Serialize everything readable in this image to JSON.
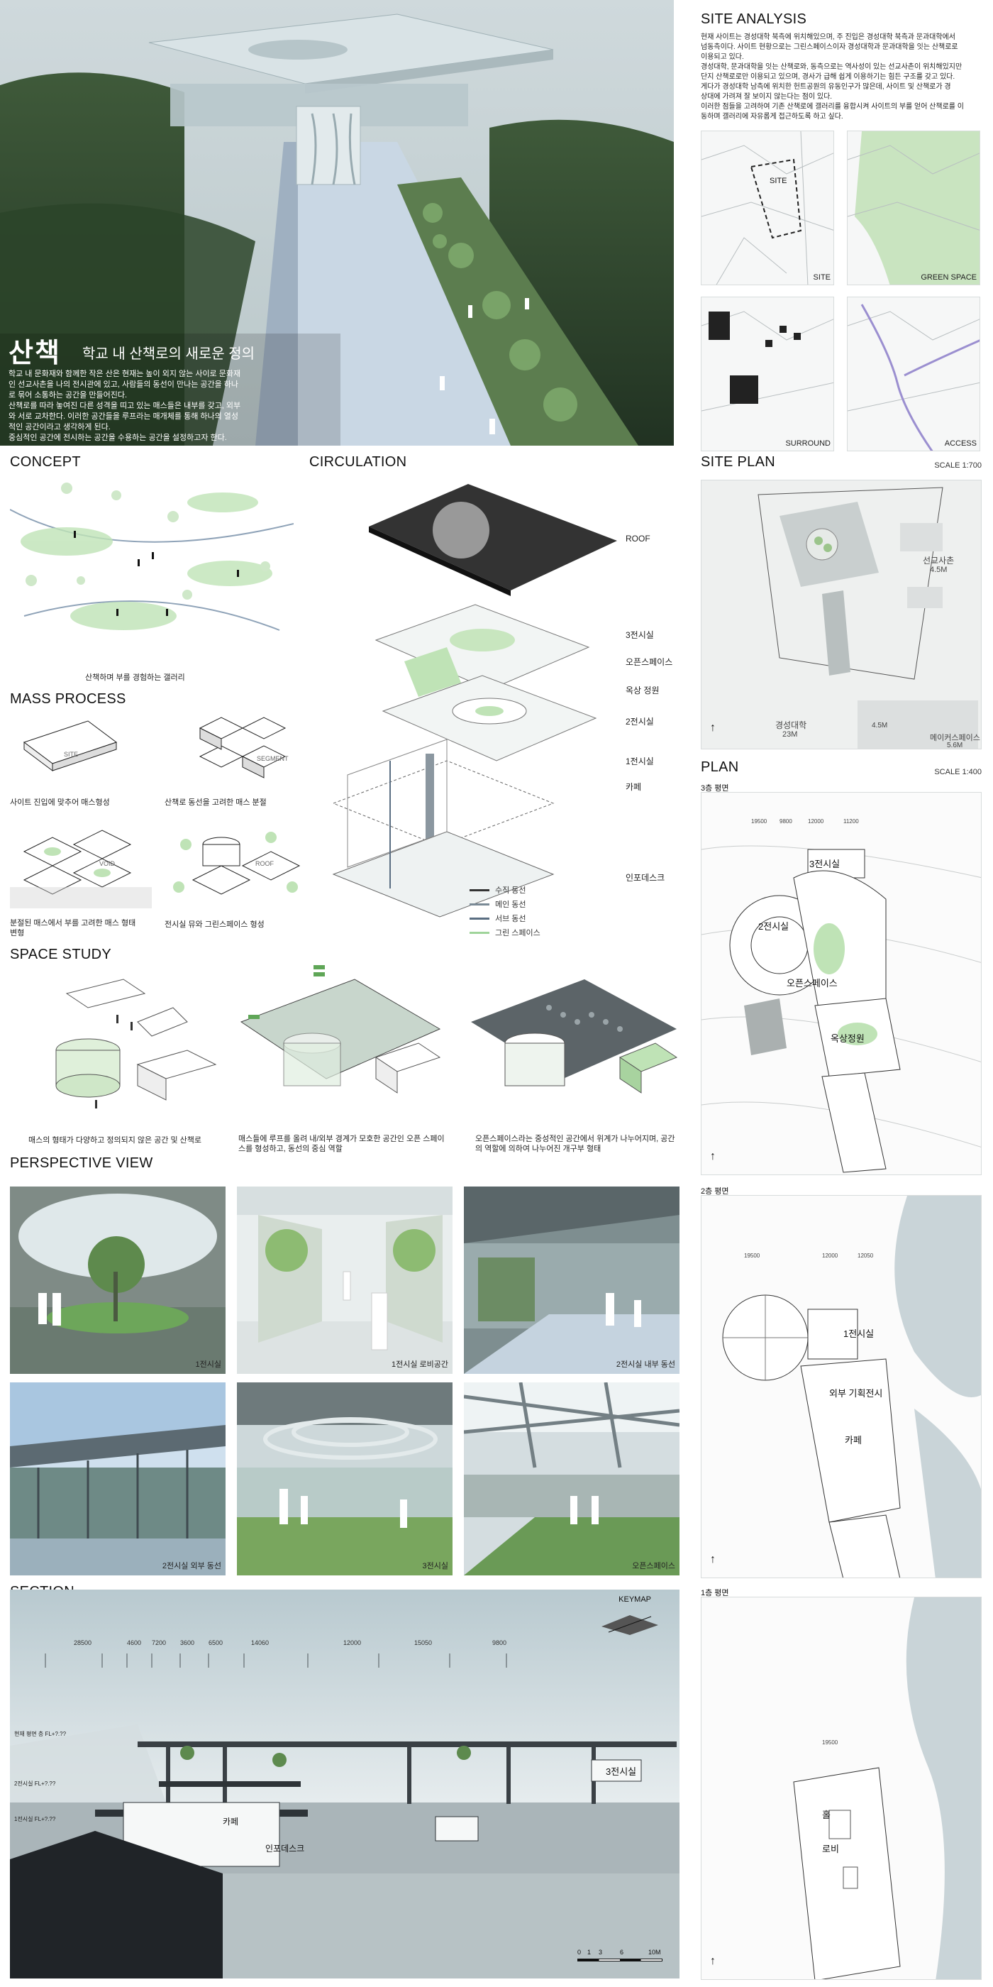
{
  "hero": {
    "title_big": "산책",
    "title_sub": "학교 내 산책로의 새로운 정의",
    "paragraph": [
      "학교 내 문화재와 함께한 작은 산은 현재는 높이 외지 않는 사이로 문화재",
      "인 선교사촌을 나의 전시관에 있고, 사람들의 동선이 만나는 공간을 하나",
      "로 묶어 소통하는 공간을 만들어진다.",
      "산책로를 따라 놓여진 다른 성격을 띠고 있는 매스들은 내부를 갖고, 외부",
      "와 서로 교차한다. 이러한 공간들을 루프라는 매개체를 통해 하나의 열성",
      "적인 공간이라고 생각하게 된다.",
      "중심적인 공간에 전시하는 공간을 수용하는 공간을 설정하고자 한다."
    ]
  },
  "site_analysis": {
    "heading": "SITE ANALYSIS",
    "paragraph": [
      "현재 사이트는 경성대학 북측에 위치해있으며, 주 진입은 경성대학 북측과 문과대학에서",
      "넘동측이다. 사이트 현황으로는 그린스페이스이자 경성대학과 문과대학을 잇는 산책로로",
      "이용되고 있다.",
      "경성대학, 문과대학을 잇는 산책로와, 동측으로는 역사성이 있는 선교사촌이 위치해있지만",
      "단지 산책로로만 이용되고 있으며, 경사가 급해 쉽게 이용하기는 힘든 구조를 갖고 있다.",
      "게다가 경성대학 남측에 위치한 헌트공원의 유동인구가 많은데, 사이트 및 산책로가 경",
      "상대에 가려져 잘 보이지 않는다는 점이 있다.",
      "이러한 점들을 고려하여 기존 산책로에 갤러리를 융합시켜 사이트의 부를 얻어 산책로를 이",
      "동하며 갤러리에 자유롭게 접근하도록 하고 싶다."
    ],
    "maps": [
      "SITE",
      "GREEN SPACE",
      "SURROUND",
      "ACCESS"
    ],
    "site_tag": "SITE"
  },
  "concept": {
    "heading": "CONCEPT",
    "caption": "산책하며 부를 경험하는 갤러리"
  },
  "circulation": {
    "heading": "CIRCULATION",
    "labels": [
      "ROOF",
      "3전시실",
      "오픈스페이스",
      "옥상 정원",
      "2전시실",
      "1전시실",
      "카페",
      "인포데스크"
    ],
    "legend": [
      {
        "name": "수직 동선",
        "color": "#333333"
      },
      {
        "name": "메인 동선",
        "color": "#7a8a96"
      },
      {
        "name": "서브 동선",
        "color": "#5a6e82"
      },
      {
        "name": "그린 스페이스",
        "color": "#9fd49a"
      }
    ]
  },
  "mass_process": {
    "heading": "MASS PROCESS",
    "steps": [
      {
        "caption": "사이트 진입에 맞추어 매스형성",
        "tag": "SITE"
      },
      {
        "caption": "산책로 동선을 고려한 매스 분절",
        "tag": "SEGMENT"
      },
      {
        "caption": "분절된 매스에서 부를 고려한 매스 형태 변형",
        "tag": "VOID"
      },
      {
        "caption": "전시실 뮤와 그린스페이스 형성",
        "tag": "ROOF"
      }
    ]
  },
  "space_study": {
    "heading": "SPACE STUDY",
    "captions": [
      "매스의 형태가 다양하고 정의되지 않은 공간 및 산책로",
      "매스들에 루프를 올려 내/외부 경계가 모호한 공간인 오픈 스페이스를 형성하고, 동선의 중심 역할",
      "오픈스페이스라는 중성적인 공간에서 위계가 나누어지며, 공간의 역할에 의하여 나누어진 개구부 형태"
    ]
  },
  "perspective": {
    "heading": "PERSPECTIVE VIEW",
    "captions": [
      "1전시실",
      "1전시실 로비공간",
      "2전시실 내부 동선",
      "2전시실 외부 동선",
      "3전시실",
      "오픈스페이스"
    ]
  },
  "section": {
    "heading": "SECTION",
    "keymap": "KEYMAP",
    "dims": [
      "28500",
      "4600",
      "7200",
      "3600",
      "6500",
      "14060",
      "12000",
      "15050",
      "9800"
    ],
    "room_labels": [
      "3전시실",
      "카페",
      "인포데스크"
    ],
    "levels": [
      "현재 평면 층 FL+?.??",
      "2전시실 FL+?.??",
      "1전시실 FL+?.??"
    ],
    "scale_marks": [
      "0",
      "1",
      "3",
      "6",
      "10M"
    ]
  },
  "site_plan": {
    "heading": "SITE PLAN",
    "scale": "SCALE 1:700",
    "labels": [
      {
        "text": "선교사촌",
        "sub": "4.5M"
      },
      {
        "text": "경성대학",
        "sub": "23M"
      },
      {
        "text": "메이커스페이스",
        "sub": "5.6M"
      }
    ],
    "level_tag": "4.5M"
  },
  "plan": {
    "heading": "PLAN",
    "scale": "SCALE 1:400",
    "floor3": {
      "title": "3층 평면",
      "rooms": [
        "3전시실",
        "2전시실",
        "오픈스페이스",
        "옥상정원"
      ],
      "dims": [
        "19500",
        "9800",
        "12000",
        "11200"
      ]
    },
    "floor2": {
      "title": "2층 평면",
      "rooms": [
        "1전시실",
        "외부 기획전시",
        "카페"
      ],
      "dims": [
        "19500",
        "12000",
        "12050"
      ]
    },
    "floor1": {
      "title": "1층 평면",
      "rooms": [
        "홀",
        "로비"
      ],
      "dims": [
        "19500"
      ]
    }
  }
}
